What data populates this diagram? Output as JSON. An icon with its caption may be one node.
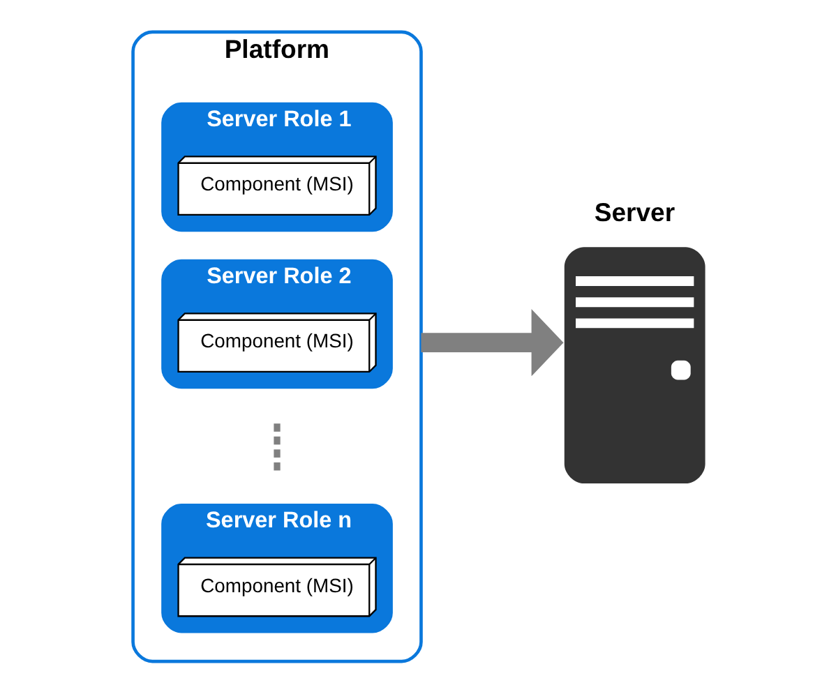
{
  "diagram": {
    "nodes": [
      {
        "text": [
          "Platform"
        ]
      },
      {
        "text": [
          "Server Role 1"
        ],
        "in": 0
      },
      {
        "text": [
          "Component (MSI)"
        ],
        "in": 1
      },
      {
        "text": [
          "Server Role 2"
        ],
        "in": 0
      },
      {
        "text": [
          "Component (MSI)"
        ],
        "in": 3
      },
      {
        "text": [
          "Server Role n"
        ],
        "in": 0
      },
      {
        "text": [
          "Component (MSI)"
        ],
        "in": 5
      },
      {
        "text": [
          "Server"
        ]
      }
    ],
    "edges": [
      {
        "from": 0,
        "to": 7,
        "arrow": "to"
      }
    ]
  }
}
